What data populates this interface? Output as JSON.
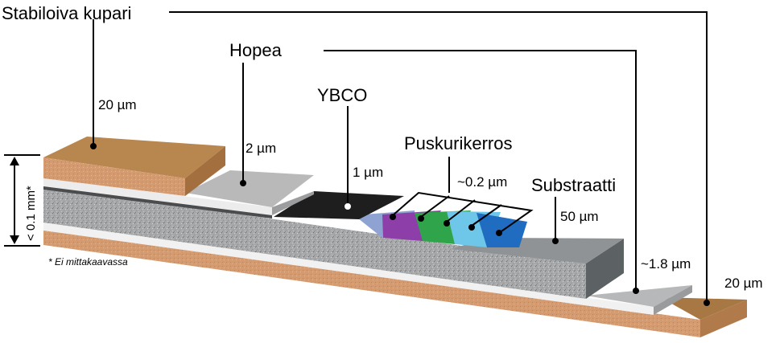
{
  "labels": {
    "stabilizer_copper": "Stabiloiva kupari",
    "silver": "Hopea",
    "ybco": "YBCO",
    "buffer_layer": "Puskurikerros",
    "substrate": "Substraatti"
  },
  "thicknesses": {
    "copper_top": "20 µm",
    "silver_top": "2 µm",
    "ybco": "1 µm",
    "buffer": "~0.2 µm",
    "substrate": "50 µm",
    "silver_bottom": "~1.8 µm",
    "copper_bottom": "20 µm"
  },
  "total_dimension": "< 0.1 mm*",
  "footnote": "* Ei mittakaavassa",
  "colors": {
    "copper_top": "#b8864f",
    "copper_side": "#d8a077",
    "silver": "#b9b9b9",
    "ybco": "#1e1e1e",
    "substrate_top": "#8f9396",
    "substrate_side": "#a8a8a8",
    "substrate_end": "#5c6163",
    "buffer": [
      "#8fa3d3",
      "#8e3ea8",
      "#2fa44a",
      "#6ec6e8",
      "#1f6cc0"
    ]
  }
}
